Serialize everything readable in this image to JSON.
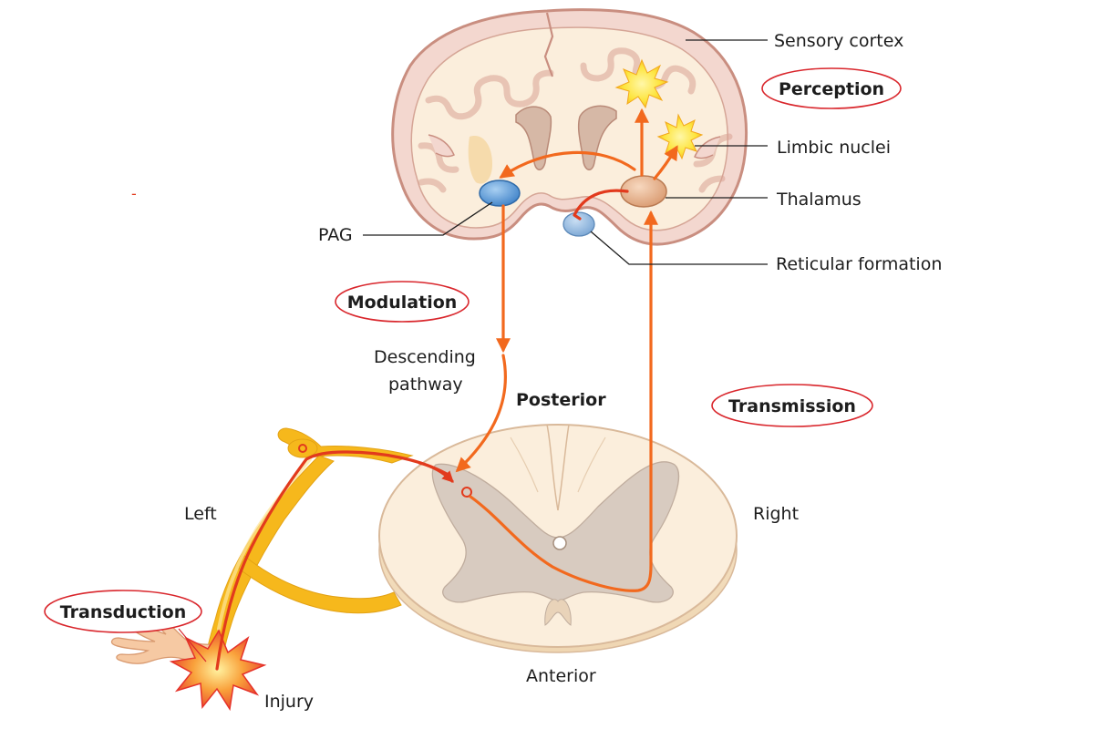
{
  "colors": {
    "pathway": "#f2691e",
    "nerve": "#f6b81c",
    "nerve_light": "#fcd96a",
    "signal": "#e23a1d",
    "oval_border": "#d9262c",
    "brain_outline": "#d09a8a",
    "brain_fill": "#fbeed8",
    "gray_matter": "#d5c8bc",
    "pag": "#5a9ad6",
    "reticular": "#8eb4dc",
    "thalamus": "#e8b48f",
    "burst": "#fde43c"
  },
  "icons": [
    "brain-icon",
    "spinal-cord-icon",
    "hand-icon",
    "injury-burst-icon",
    "perception-burst-icon",
    "limbic-burst-icon"
  ],
  "labels": {
    "sensory_cortex": "Sensory cortex",
    "limbic_nuclei": "Limbic nuclei",
    "thalamus": "Thalamus",
    "reticular_formation": "Reticular formation",
    "pag": "PAG",
    "descending_line1": "Descending",
    "descending_line2": "pathway",
    "posterior": "Posterior",
    "anterior": "Anterior",
    "left": "Left",
    "right": "Right",
    "injury": "Injury",
    "stray_mark": "-"
  },
  "stages": {
    "perception": "Perception",
    "modulation": "Modulation",
    "transmission": "Transmission",
    "transduction": "Transduction"
  }
}
